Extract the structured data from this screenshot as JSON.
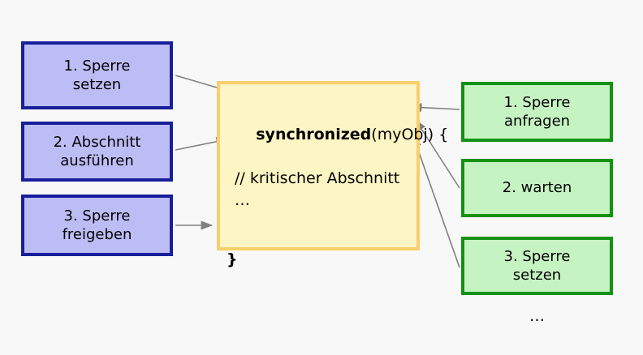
{
  "diagram": {
    "title": "synchronized-block-lock-steps",
    "background_color": "#f8f8f9",
    "left_steps": {
      "accent_border": "#181f9a",
      "accent_fill": "#bdbdf6",
      "items": [
        {
          "id": "left-step-1",
          "line1": "1. Sperre",
          "line2": "setzen"
        },
        {
          "id": "left-step-2",
          "line1": "2. Abschnitt",
          "line2": "ausführen"
        },
        {
          "id": "left-step-3",
          "line1": "3. Sperre",
          "line2": "freigeben"
        }
      ]
    },
    "right_steps": {
      "accent_border": "#139113",
      "accent_fill": "#c6f3c2",
      "items": [
        {
          "id": "right-step-1",
          "line1": "1. Sperre",
          "line2": "anfragen"
        },
        {
          "id": "right-step-2",
          "line1": "2. warten",
          "line2": ""
        },
        {
          "id": "right-step-3",
          "line1": "3. Sperre",
          "line2": "setzen"
        }
      ],
      "trailing_ellipsis": "…"
    },
    "code_block": {
      "accent_border": "#f9ce6b",
      "accent_fill": "#fdf5c3",
      "keyword": "synchronized",
      "signature_rest": "(myObj) {",
      "comment": "// kritischer Abschnitt",
      "body_ellipsis": "…",
      "closing_brace": "}"
    },
    "arrow_color": "#808080"
  }
}
